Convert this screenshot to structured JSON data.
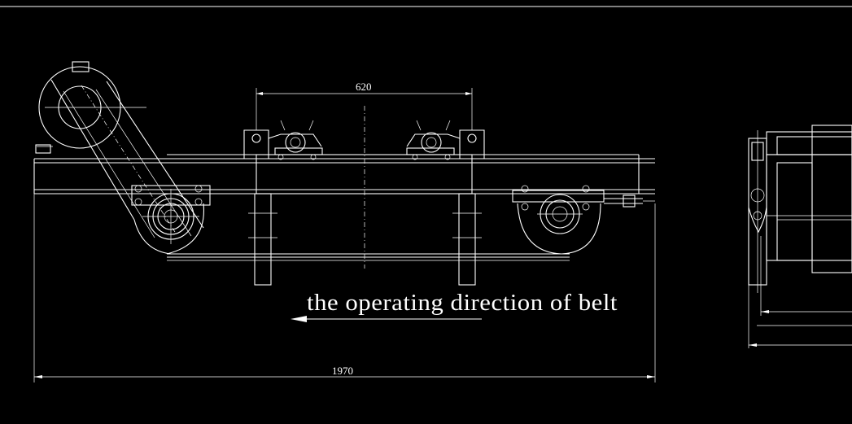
{
  "drawing": {
    "dimensions": {
      "bracket_spacing": "620",
      "overall_length": "1970"
    },
    "note": "the operating direction of belt",
    "colors": {
      "background": "#000000",
      "line": "#ffffff"
    }
  }
}
